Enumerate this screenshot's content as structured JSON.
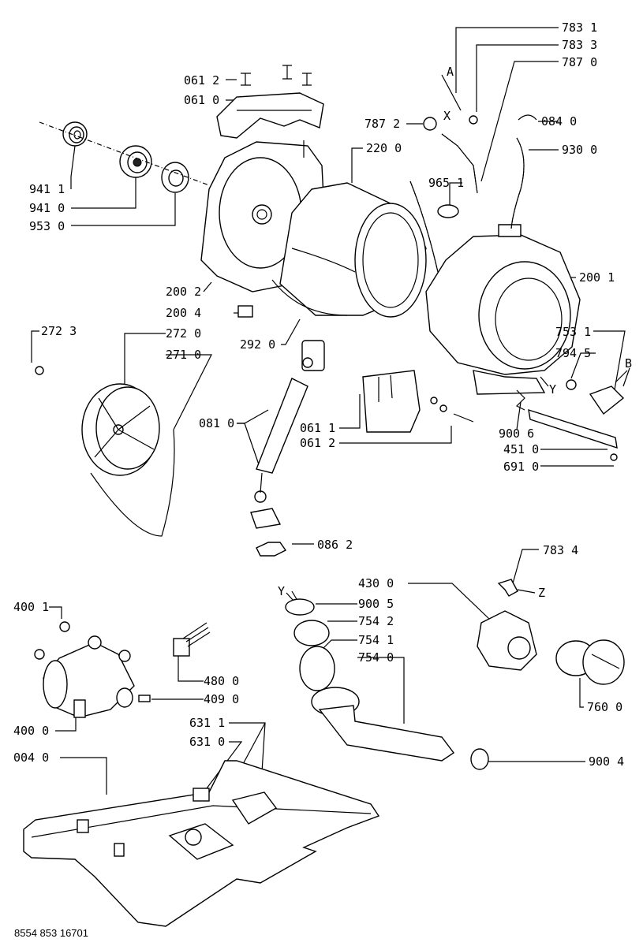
{
  "diagram": {
    "labels": {
      "l7831": "783 1",
      "l7833": "783 3",
      "l7870": "787 0",
      "l0612a": "061 2",
      "l0610": "061 0",
      "l7872": "787 2",
      "x1": "X",
      "a": "A",
      "l0840": "084 0",
      "l2200": "220 0",
      "l9300": "930 0",
      "l9411": "941 1",
      "l9410": "941 0",
      "l9530": "953 0",
      "l9651": "965 1",
      "l2002": "200 2",
      "l2004": "200 4",
      "l2001": "200 1",
      "l2723": "272 3",
      "l2720": "272 0",
      "l2710": "271 0",
      "l2920": "292 0",
      "l7531": "753 1",
      "l7945": "794 5",
      "b": "B",
      "y1": "Y",
      "l0810": "081 0",
      "l0611": "061 1",
      "l0612b": "061 2",
      "l9006": "900 6",
      "l4510": "451 0",
      "l6910": "691 0",
      "l0862": "086 2",
      "l7834": "783 4",
      "l4300": "430 0",
      "z": "Z",
      "y2": "Y",
      "l9005": "900 5",
      "l7542": "754 2",
      "l7541": "754 1",
      "l7540": "754 0",
      "l4001": "400 1",
      "l4800": "480 0",
      "l4090": "409 0",
      "l4000": "400 0",
      "l7600": "760 0",
      "l6311": "631 1",
      "l6310": "631 0",
      "l0040": "004 0",
      "l9004": "900 4"
    },
    "footer": "8554 853 16701"
  }
}
